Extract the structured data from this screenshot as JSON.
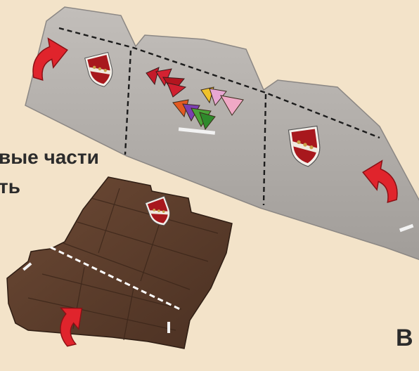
{
  "captions": {
    "line1": "вые части",
    "line2": "ть",
    "corner_letter": "B"
  },
  "colors": {
    "background": "#f3e3c9",
    "screen_gray": "#aeaaa6",
    "board_brown": "#5b3d2c",
    "arrow_red": "#e0242c",
    "crest_red": "#a8181d",
    "fold_line": "#1c1c1c"
  },
  "icons": {
    "arrow": "curved-arrow-icon",
    "crest": "heraldic-shield-icon",
    "pennant": "pennant-token-icon"
  }
}
